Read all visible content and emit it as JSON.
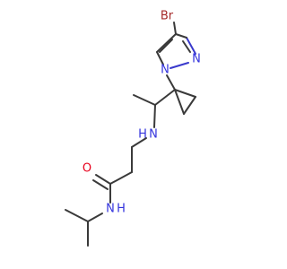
{
  "molecule": {
    "atoms": {
      "br": "Br",
      "n_pyrazole_ring": "N",
      "n_pyrazole_double": "N",
      "nh_amine": "N",
      "h_amine": "H",
      "o_carbonyl": "O",
      "n_amide": "N",
      "h_amide": "H"
    },
    "colors": {
      "bond": "#3a3a3a",
      "nitrogen": "#3333dd",
      "oxygen": "#e8001c",
      "bromine": "#a52a2a"
    }
  }
}
